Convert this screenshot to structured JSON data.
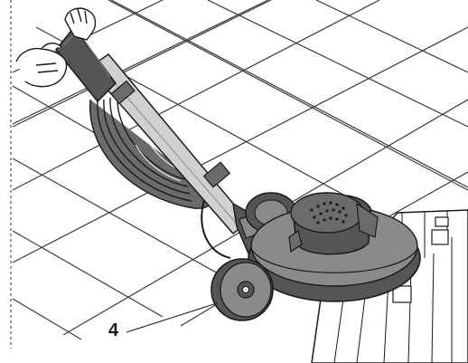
{
  "figure": {
    "callout_number": "4"
  },
  "colors": {
    "outline": "#1a1a1a",
    "body_dark": "#555555",
    "body_mid": "#8a8a8a",
    "body_light": "#bdbdbd",
    "tile_line": "#3a3a3a",
    "background": "#ffffff"
  },
  "icons": [
    "floor-polisher-machine",
    "hand-icon",
    "cable-coil",
    "wheel-icon"
  ]
}
